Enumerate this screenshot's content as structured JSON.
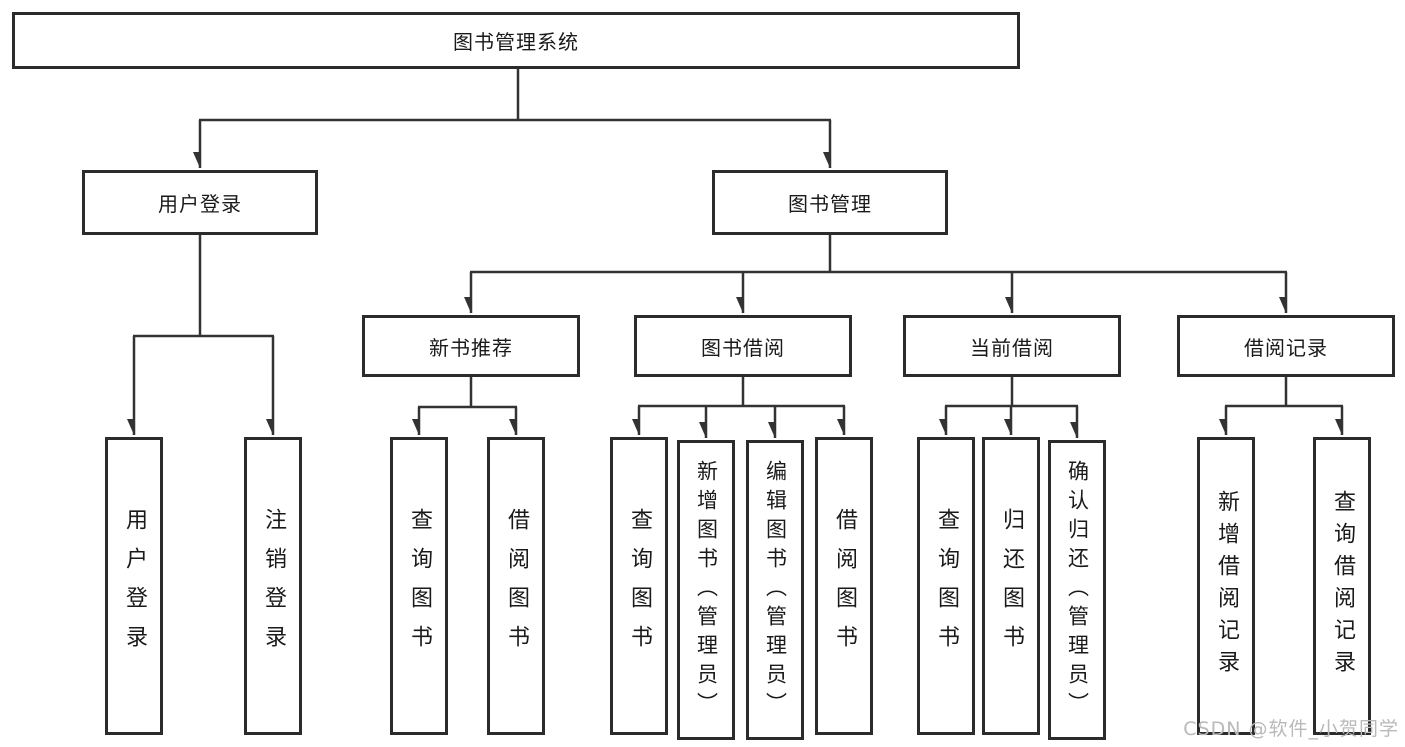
{
  "nodes": {
    "root": {
      "label": "图书管理系统"
    },
    "level2": [
      {
        "id": "user-login",
        "label": "用户登录"
      },
      {
        "id": "book-management",
        "label": "图书管理"
      }
    ],
    "level3": [
      {
        "id": "new-book-recommend",
        "label": "新书推荐"
      },
      {
        "id": "book-borrow",
        "label": "图书借阅"
      },
      {
        "id": "current-borrow",
        "label": "当前借阅"
      },
      {
        "id": "borrow-records",
        "label": "借阅记录"
      }
    ],
    "leaves": {
      "user_login": [
        "用户登录",
        "注销登录"
      ],
      "new_book_recommend": [
        "查询图书",
        "借阅图书"
      ],
      "book_borrow": [
        "查询图书",
        "新增图书（管理员）",
        "编辑图书（管理员）",
        "借阅图书"
      ],
      "current_borrow": [
        "查询图书",
        "归还图书",
        "确认归还（管理员）"
      ],
      "borrow_records": [
        "新增借阅记录",
        "查询借阅记录"
      ]
    }
  },
  "watermark": {
    "text": "CSDN @软件_小贺同学"
  },
  "colors": {
    "line": "#333333",
    "box_border": "#2b2b2b",
    "text": "#1a1a1a",
    "watermark": "#b9b9b9",
    "background": "#ffffff"
  }
}
